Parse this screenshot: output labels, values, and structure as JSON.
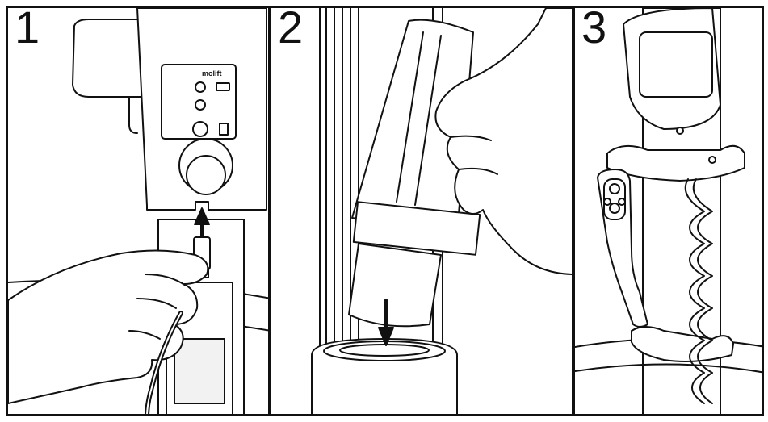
{
  "panels": [
    {
      "number": "1"
    },
    {
      "number": "2"
    },
    {
      "number": "3"
    }
  ],
  "device": {
    "brand_label": "molift"
  },
  "icons": [
    "battery-icon",
    "handset-icon",
    "power-button-icon",
    "arrow-up-icon",
    "arrow-down-icon"
  ],
  "colors": {
    "line": "#111111",
    "fill": "#ffffff",
    "shade": "#d9d9d9"
  }
}
